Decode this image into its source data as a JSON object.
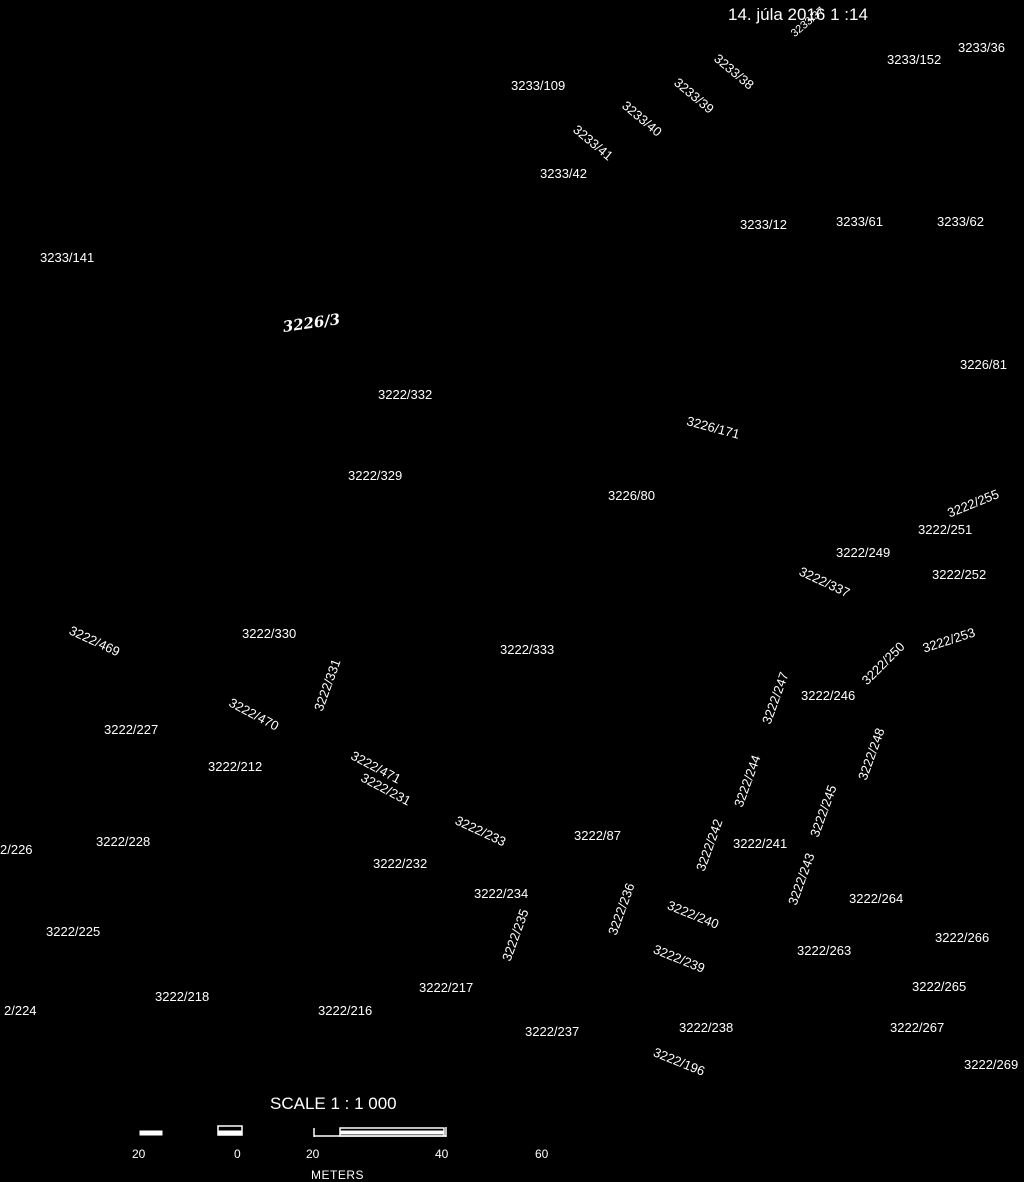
{
  "header": {
    "date_text": "14. júla 2016 1 :14"
  },
  "parcels": {
    "p3233_36": "3233/36",
    "p3233_152": "3233/152",
    "p3233_37": "3233/37",
    "p3233_38": "3233/38",
    "p3233_39": "3233/39",
    "p3233_40": "3233/40",
    "p3233_41": "3233/41",
    "p3233_109": "3233/109",
    "p3233_42": "3233/42",
    "p3233_12": "3233/12",
    "p3233_61": "3233/61",
    "p3233_62": "3233/62",
    "p3233_141": "3233/141",
    "p3226_3": "3226/3",
    "p3226_81": "3226/81",
    "p3222_332": "3222/332",
    "p3226_171": "3226/171",
    "p3222_329": "3222/329",
    "p3226_80": "3226/80",
    "p3222_255": "3222/255",
    "p3222_251": "3222/251",
    "p3222_249": "3222/249",
    "p3222_337": "3222/337",
    "p3222_252": "3222/252",
    "p3222_469": "3222/469",
    "p3222_330": "3222/330",
    "p3222_333": "3222/333",
    "p3222_331": "3222/331",
    "p3222_470": "3222/470",
    "p3222_247": "3222/247",
    "p3222_246": "3222/246",
    "p3222_250": "3222/250",
    "p3222_253": "3222/253",
    "p3222_227": "3222/227",
    "p3222_212": "3222/212",
    "p3222_471": "3222/471",
    "p3222_231": "3222/231",
    "p3222_244": "3222/244",
    "p3222_248": "3222/248",
    "p3222_245": "3222/245",
    "p3222_226": "2/226",
    "p3222_228": "3222/228",
    "p3222_233": "3222/233",
    "p3222_87": "3222/87",
    "p3222_242": "3222/242",
    "p3222_241": "3222/241",
    "p3222_232": "3222/232",
    "p3222_243": "3222/243",
    "p3222_264": "3222/264",
    "p3222_234": "3222/234",
    "p3222_236": "3222/236",
    "p3222_240": "3222/240",
    "p3222_225": "3222/225",
    "p3222_235": "3222/235",
    "p3222_239": "3222/239",
    "p3222_263": "3222/263",
    "p3222_266": "3222/266",
    "p3222_218": "3222/218",
    "p3222_217": "3222/217",
    "p3222_265": "3222/265",
    "p3222_224": "2/224",
    "p3222_216": "3222/216",
    "p3222_237": "3222/237",
    "p3222_238": "3222/238",
    "p3222_267": "3222/267",
    "p3222_196": "3222/196",
    "p3222_269": "3222/269"
  },
  "scale": {
    "title": "SCALE 1 : 1 000",
    "unit": "METERS",
    "ticks": [
      "20",
      "0",
      "20",
      "40",
      "60"
    ]
  }
}
